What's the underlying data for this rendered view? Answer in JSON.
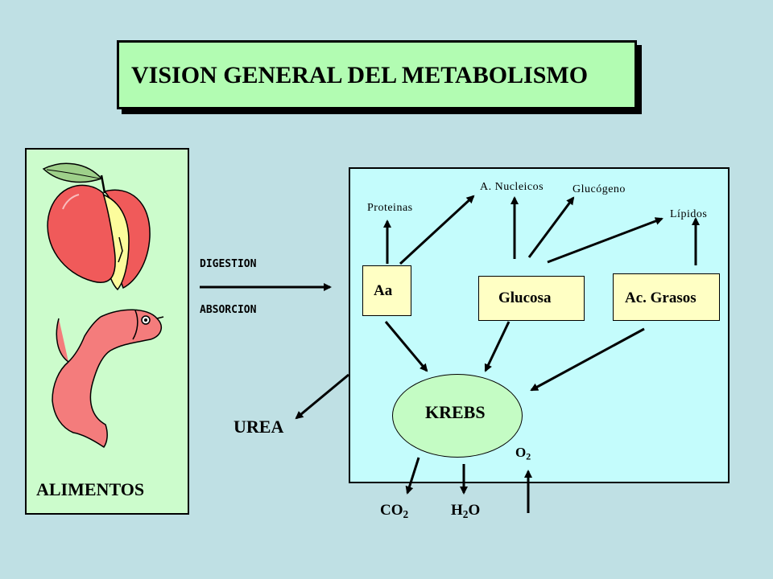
{
  "title": "VISION GENERAL DEL METABOLISMO",
  "food_label": "ALIMENTOS",
  "process": {
    "digestion": "DIGESTION",
    "absorcion": "ABSORCION"
  },
  "nodes": {
    "aa": "Aa",
    "glucosa": "Glucosa",
    "ac_grasos": "Ac. Grasos",
    "krebs": "KREBS"
  },
  "products": {
    "proteinas": "Proteinas",
    "a_nucleicos": "A. Nucleicos",
    "glucogeno": "Glucógeno",
    "lipidos": "Lípidos"
  },
  "urea": "UREA",
  "gases": {
    "o2": {
      "base": "O",
      "sub": "2"
    },
    "co2": {
      "base": "CO",
      "sub": "2"
    },
    "h2o": {
      "pre": "H",
      "sub": "2",
      "post": "O"
    }
  },
  "colors": {
    "background": "#bfe0e4",
    "title_fill": "#b2fcb2",
    "food_fill": "#ccfccc",
    "metabolism_fill": "#c4fcfc",
    "node_fill": "#ffffc4",
    "krebs_fill": "#c4fcc4",
    "apple_red": "#f05a5a",
    "apple_flesh": "#fcfc9c",
    "leaf_green": "#9ed08a",
    "fish_pink": "#f47c7c"
  },
  "icons": [
    "apple-icon",
    "fish-icon"
  ]
}
